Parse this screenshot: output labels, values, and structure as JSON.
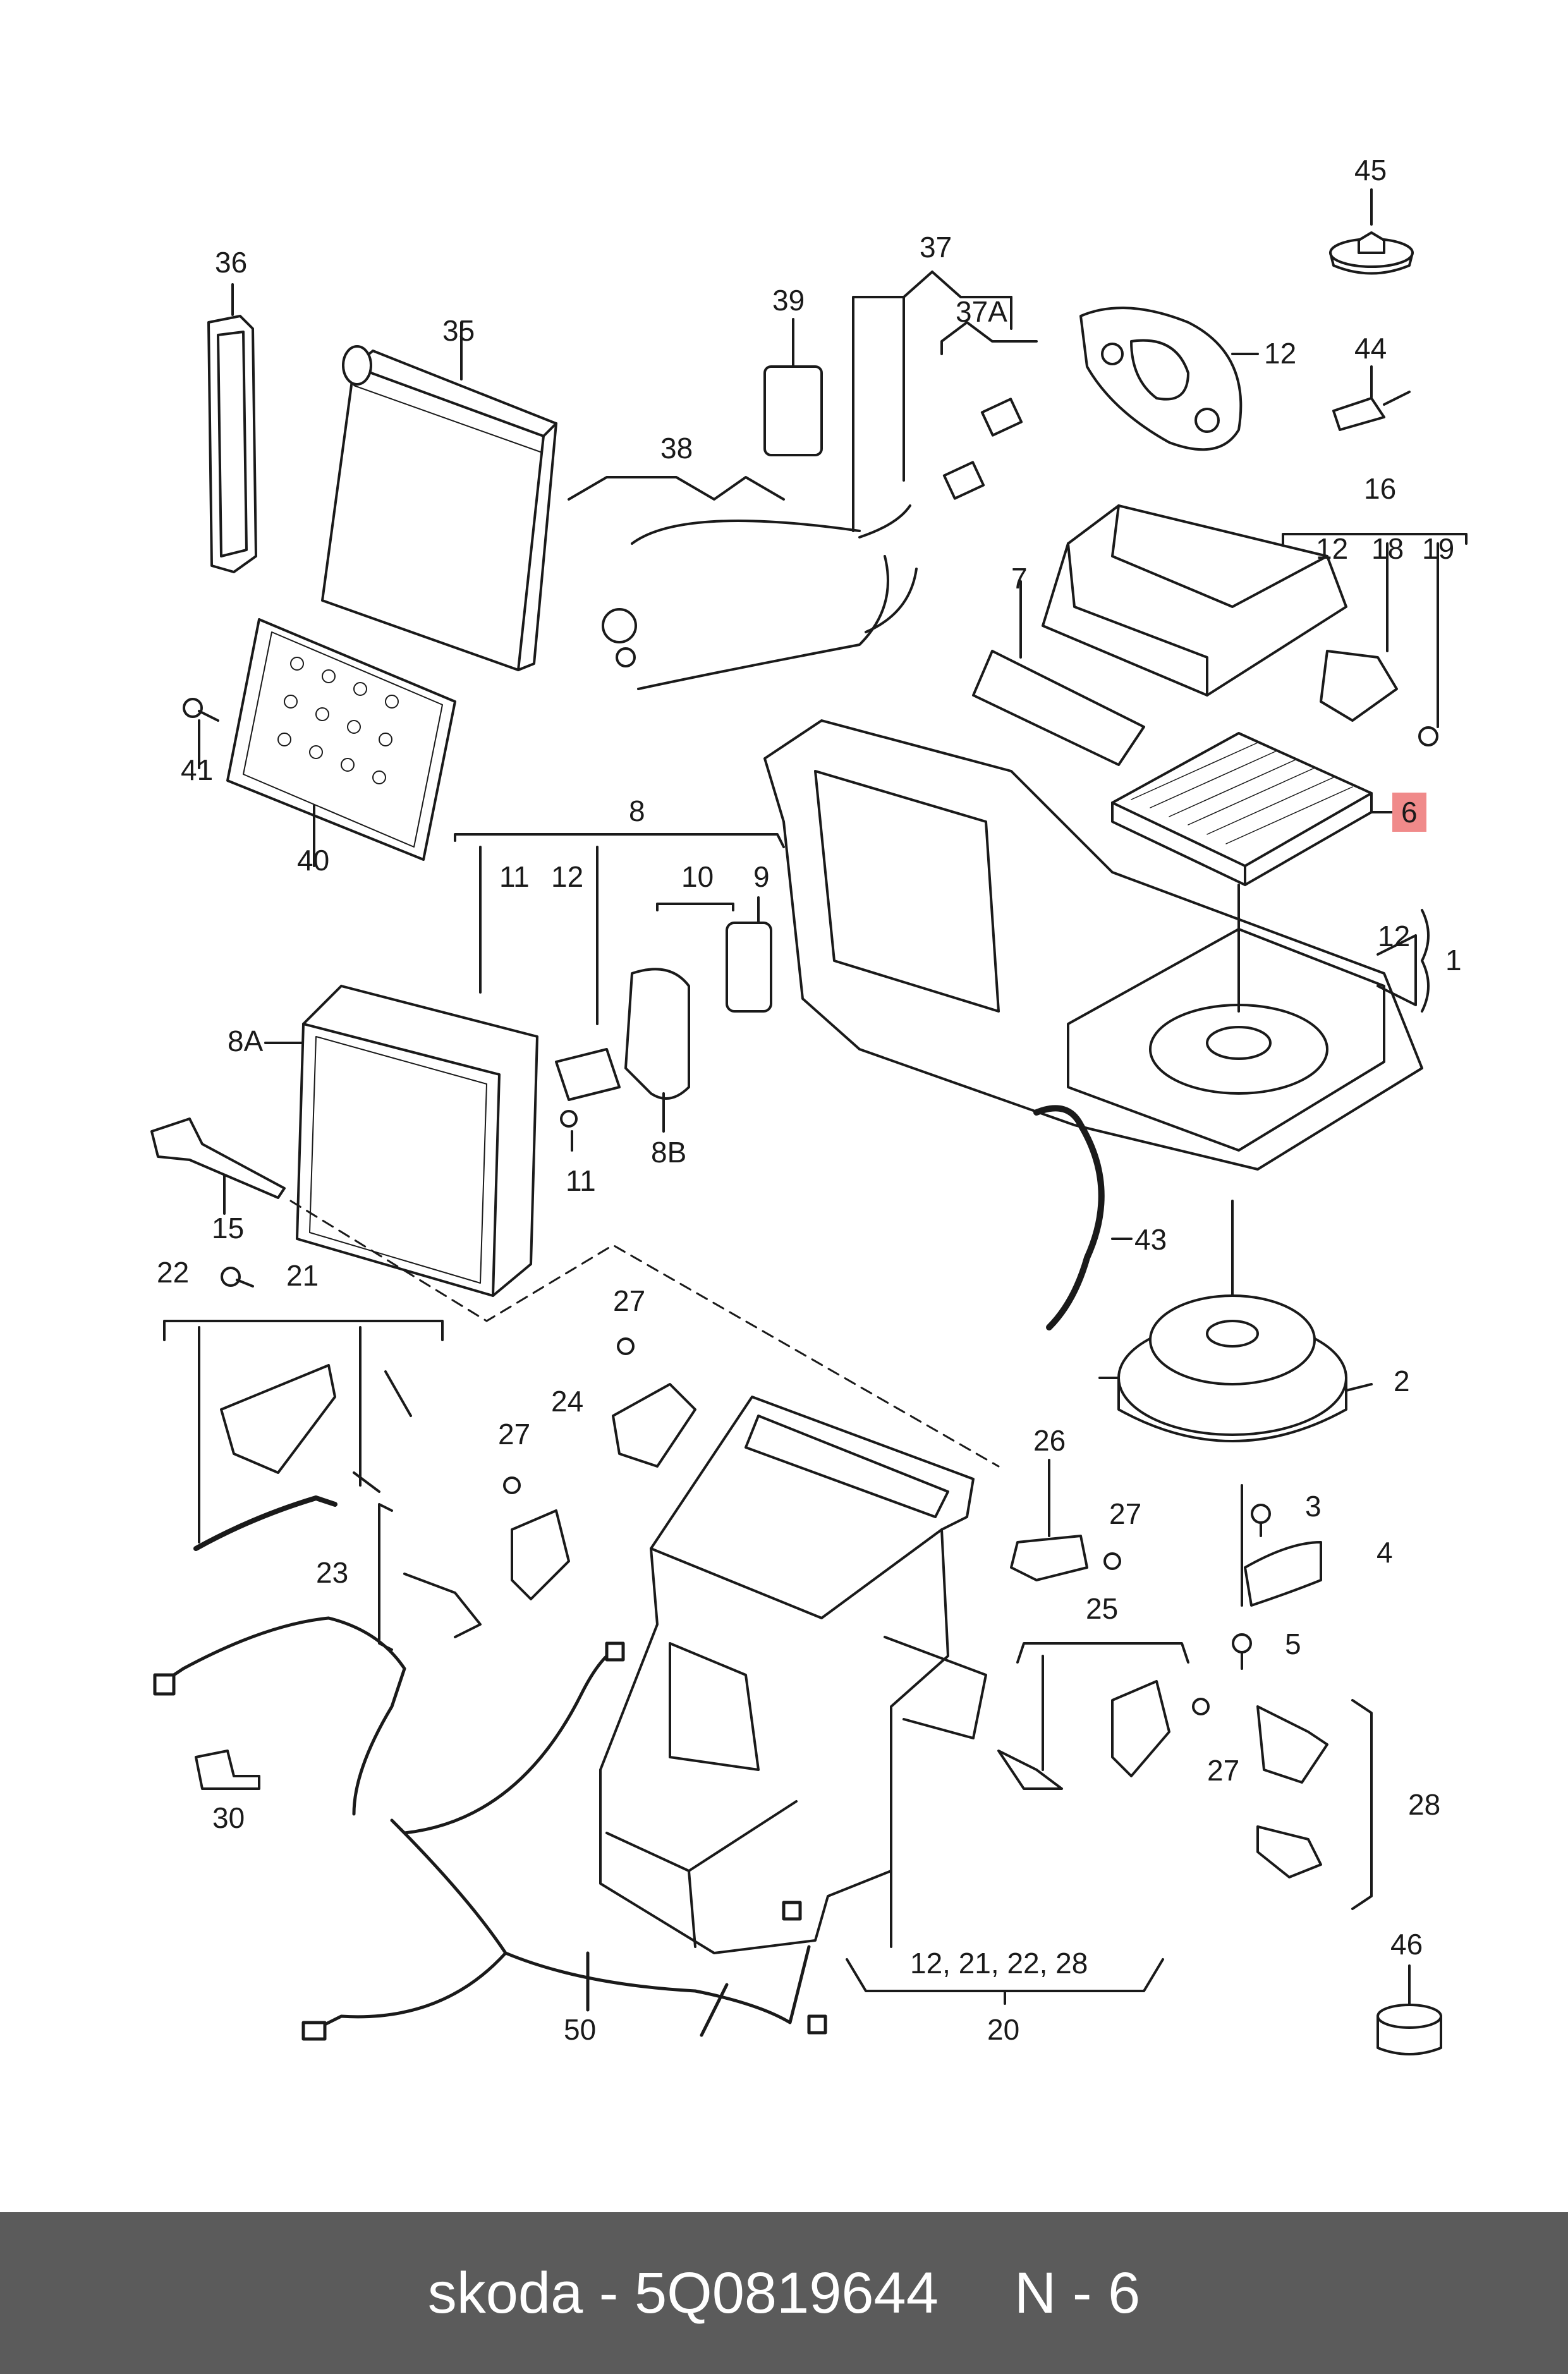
{
  "footer": {
    "brand_part": "skoda - 5Q0819644",
    "ref": "N - 6"
  },
  "callouts": [
    {
      "id": "c36",
      "text": "36"
    },
    {
      "id": "c35",
      "text": "35"
    },
    {
      "id": "c39",
      "text": "39"
    },
    {
      "id": "c37",
      "text": "37"
    },
    {
      "id": "c37a",
      "text": "37A"
    },
    {
      "id": "c12a",
      "text": "12"
    },
    {
      "id": "c45",
      "text": "45"
    },
    {
      "id": "c44",
      "text": "44"
    },
    {
      "id": "c38",
      "text": "38"
    },
    {
      "id": "c16",
      "text": "16"
    },
    {
      "id": "c12b",
      "text": "12"
    },
    {
      "id": "c18",
      "text": "18"
    },
    {
      "id": "c19",
      "text": "19"
    },
    {
      "id": "c7",
      "text": "7"
    },
    {
      "id": "c41",
      "text": "41"
    },
    {
      "id": "c40",
      "text": "40"
    },
    {
      "id": "c6",
      "text": "6"
    },
    {
      "id": "c8",
      "text": "8"
    },
    {
      "id": "c11a",
      "text": "11"
    },
    {
      "id": "c12c",
      "text": "12"
    },
    {
      "id": "c10",
      "text": "10"
    },
    {
      "id": "c9",
      "text": "9"
    },
    {
      "id": "c12d",
      "text": "12"
    },
    {
      "id": "c1",
      "text": "1"
    },
    {
      "id": "c8a",
      "text": "8A"
    },
    {
      "id": "c11b",
      "text": "11"
    },
    {
      "id": "c8b",
      "text": "8B"
    },
    {
      "id": "c15",
      "text": "15"
    },
    {
      "id": "c43",
      "text": "43"
    },
    {
      "id": "c22",
      "text": "22"
    },
    {
      "id": "c21",
      "text": "21"
    },
    {
      "id": "c27a",
      "text": "27"
    },
    {
      "id": "c24",
      "text": "24"
    },
    {
      "id": "c2",
      "text": "2"
    },
    {
      "id": "c27b",
      "text": "27"
    },
    {
      "id": "c26",
      "text": "26"
    },
    {
      "id": "c3",
      "text": "3"
    },
    {
      "id": "c27c",
      "text": "27"
    },
    {
      "id": "c4",
      "text": "4"
    },
    {
      "id": "c23",
      "text": "23"
    },
    {
      "id": "c25",
      "text": "25"
    },
    {
      "id": "c5",
      "text": "5"
    },
    {
      "id": "c27d",
      "text": "27"
    },
    {
      "id": "c28",
      "text": "28"
    },
    {
      "id": "c30",
      "text": "30"
    },
    {
      "id": "c12x",
      "text": "12, 21, 22, 28"
    },
    {
      "id": "c46",
      "text": "46"
    },
    {
      "id": "c50",
      "text": "50"
    },
    {
      "id": "c20",
      "text": "20"
    }
  ]
}
